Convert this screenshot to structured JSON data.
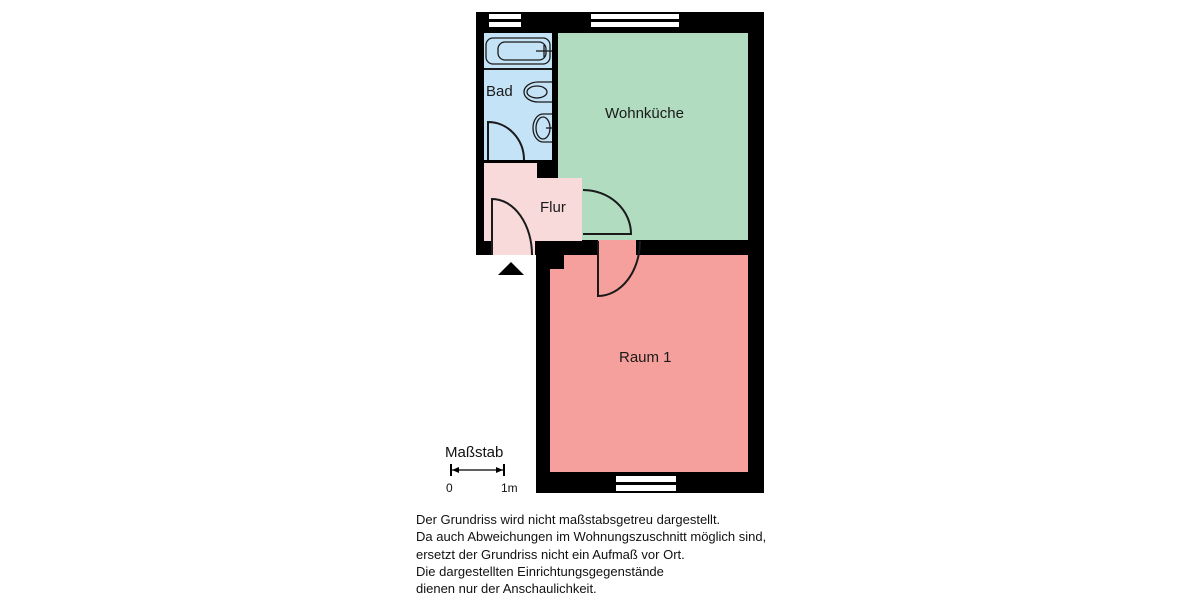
{
  "floorplan": {
    "rooms": [
      {
        "id": "bad",
        "label": "Bad",
        "color": "#c5e3f7"
      },
      {
        "id": "wohnkueche",
        "label": "Wohnküche",
        "color": "#b2dcc0"
      },
      {
        "id": "flur",
        "label": "Flur",
        "color": "#f9dada"
      },
      {
        "id": "raum1",
        "label": "Raum 1",
        "color": "#f5a09c"
      }
    ],
    "wall_color": "#000000",
    "entrance_marker": "entrance-arrow-icon",
    "fixtures": [
      "bathtub-icon",
      "toilet-icon",
      "washbasin-icon"
    ]
  },
  "scale": {
    "title": "Maßstab",
    "start_label": "0",
    "end_label": "1m"
  },
  "notes": [
    "Der Grundriss wird nicht maßstabsgetreu dargestellt.",
    "Da auch Abweichungen im Wohnungszuschnitt möglich sind,",
    "ersetzt der Grundriss nicht ein Aufmaß vor Ort.",
    "Die dargestellten Einrichtungsgegenstände",
    "dienen nur der Anschaulichkeit."
  ]
}
